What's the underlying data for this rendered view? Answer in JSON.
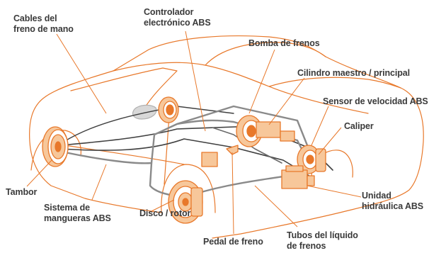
{
  "colors": {
    "accent": "#e8782a",
    "accent_light": "#f7c79a",
    "outline": "#e8782a",
    "tube": "#888888",
    "hose": "#404040",
    "text": "#3a3a3a"
  },
  "labels": {
    "cables": [
      "Cables del",
      "freno de mano"
    ],
    "controlador": [
      "Controlador",
      "electrónico ABS"
    ],
    "bomba": [
      "Bomba de frenos"
    ],
    "cilindro": [
      "Cilindro maestro / principal"
    ],
    "sensor": [
      "Sensor de velocidad ABS"
    ],
    "caliper": [
      "Caliper"
    ],
    "tambor": [
      "Tambor"
    ],
    "sistema": [
      "Sistema de",
      "mangueras ABS"
    ],
    "disco": [
      "Disco / rotor"
    ],
    "unidad": [
      "Unidad",
      "hidráulica ABS"
    ],
    "pedal": [
      "Pedal de freno"
    ],
    "tubos": [
      "Tubos del líquido",
      "de frenos"
    ]
  }
}
